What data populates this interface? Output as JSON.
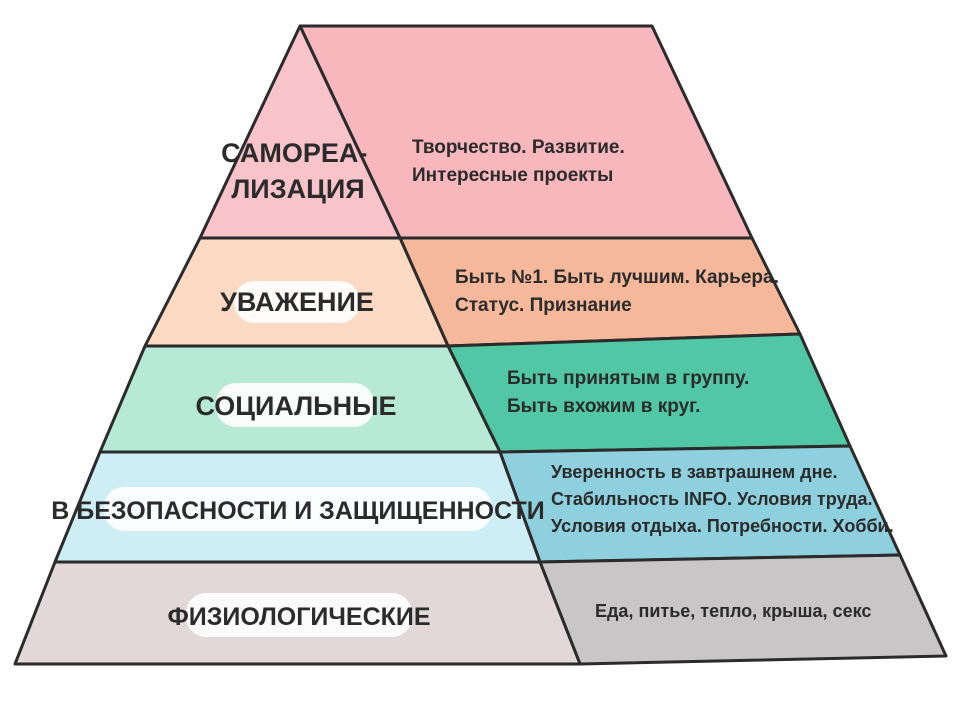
{
  "levels": [
    {
      "label_lines": [
        "САМОРЕА-",
        "ЛИЗАЦИЯ"
      ],
      "desc_lines": [
        "Творчество. Развитие.",
        "Интересные проекты"
      ],
      "front_color": "#f8c3c9",
      "side_color": "#f7b7bd"
    },
    {
      "label_lines": [
        "УВАЖЕНИЕ"
      ],
      "desc_lines": [
        "Быть №1. Быть лучшим. Карьера.",
        "Статус. Признание"
      ],
      "front_color": "#fbd9c3",
      "side_color": "#f6b89a"
    },
    {
      "label_lines": [
        "СОЦИАЛЬНЫЕ"
      ],
      "desc_lines": [
        "Быть принятым в группу.",
        "Быть вхожим в круг."
      ],
      "front_color": "#b6e9d6",
      "side_color": "#52c7a5"
    },
    {
      "label_lines": [
        "В БЕЗОПАСНОСТИ И ЗАЩИЩЕННОСТИ"
      ],
      "desc_lines": [
        "Уверенность в завтрашнем дне.",
        "Стабильность INFO. Условия труда.",
        "Условия отдыха. Потребности. Хобби."
      ],
      "front_color": "#cdeef4",
      "side_color": "#8fd0de"
    },
    {
      "label_lines": [
        "ФИЗИОЛОГИЧЕСКИЕ"
      ],
      "desc_lines": [
        "Еда, питье, тепло, крыша, секс"
      ],
      "front_color": "#e2d8da",
      "side_color": "#c8c6c7"
    }
  ],
  "colors": {
    "outline": "#2b2b2b",
    "label_pill": "#ffffff"
  }
}
